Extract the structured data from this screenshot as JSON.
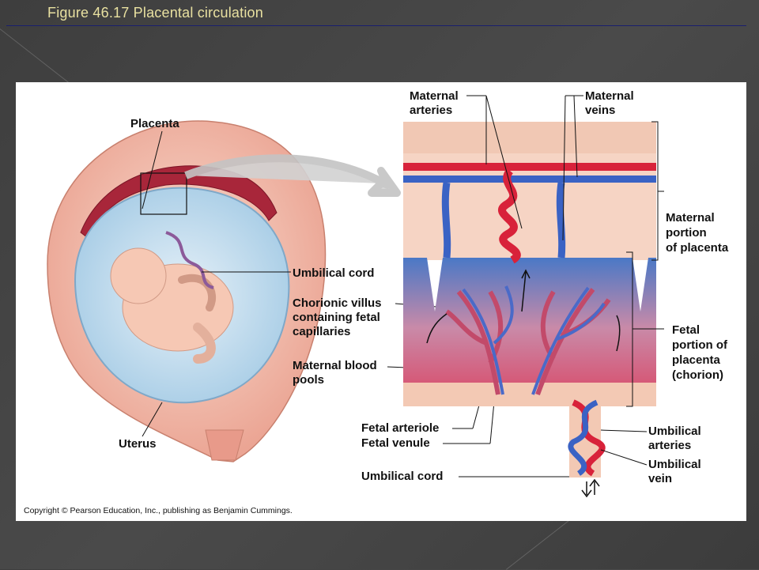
{
  "slide": {
    "title": "Figure 46.17  Placental circulation"
  },
  "figure": {
    "labels": {
      "placenta": "Placenta",
      "uterus": "Uterus",
      "umbilical_cord_left": "Umbilical cord",
      "chorionic_villus": [
        "Chorionic villus",
        "containing fetal",
        "capillaries"
      ],
      "maternal_blood_pools": [
        "Maternal blood",
        "pools"
      ],
      "fetal_arteriole": "Fetal arteriole",
      "fetal_venule": "Fetal venule",
      "umbilical_cord_bottom": "Umbilical cord",
      "maternal_arteries": [
        "Maternal",
        "arteries"
      ],
      "maternal_veins": [
        "Maternal",
        "veins"
      ],
      "maternal_portion": [
        "Maternal",
        "portion",
        "of placenta"
      ],
      "fetal_portion": [
        "Fetal",
        "portion of",
        "placenta",
        "(chorion)"
      ],
      "umbilical_arteries": [
        "Umbilical",
        "arteries"
      ],
      "umbilical_vein": [
        "Umbilical",
        "vein"
      ]
    },
    "copyright": "Copyright © Pearson Education, Inc., publishing as Benjamin Cummings."
  },
  "colors": {
    "artery": "#d8223a",
    "vein": "#3a62c4",
    "tissue": "#f3c9b4",
    "blood_pool": "#d06a8a"
  }
}
